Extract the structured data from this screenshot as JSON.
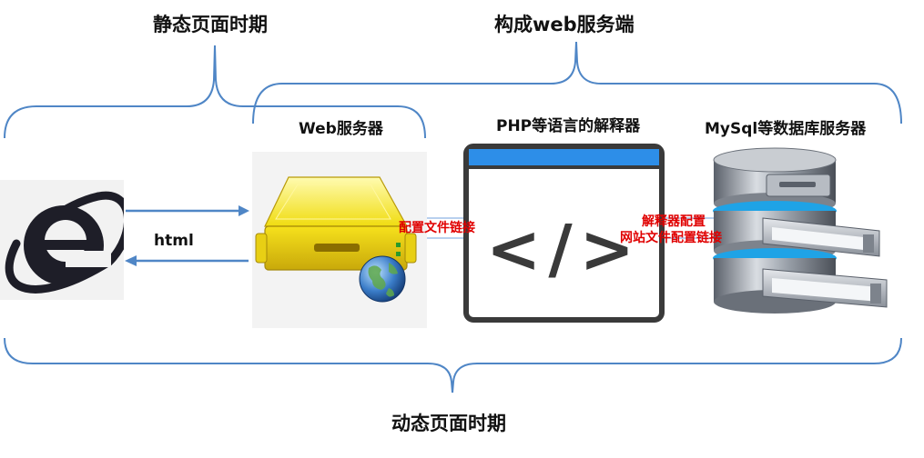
{
  "labels": {
    "static_period": "静态页面时期",
    "web_server_side": "构成web服务端",
    "dynamic_period": "动态页面时期",
    "web_server": "Web服务器",
    "php_interpreter": "PHP等语言的解释器",
    "mysql_db": "MySql等数据库服务器",
    "html": "html"
  },
  "annotations": {
    "config_link": "配置文件链接",
    "interpreter_config": "解释器配置",
    "site_config_link": "网站文件配置链接"
  },
  "code_glyph": "</>",
  "colors": {
    "bracket": "#4f86c6",
    "arrow": "#4f86c6",
    "annotation": "#e00000",
    "ie_dark": "#1e1e28",
    "server_yellow": "#f2e21a",
    "window_blue": "#2d8ee8",
    "window_frame": "#3a3a3a"
  },
  "icons": [
    "ie-browser-icon",
    "web-server-icon",
    "globe-icon",
    "code-window-icon",
    "database-icon"
  ]
}
